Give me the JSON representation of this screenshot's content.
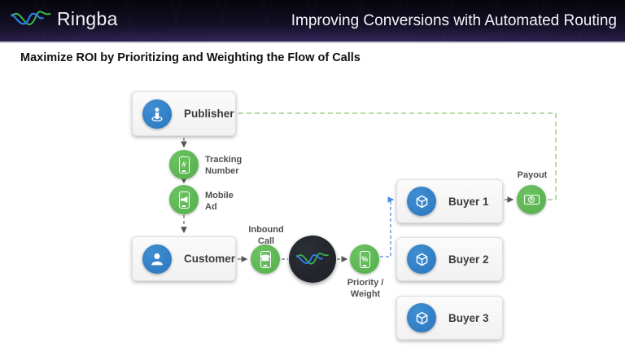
{
  "header": {
    "brand": "Ringba",
    "title": "Improving Conversions with Automated Routing"
  },
  "subtitle": "Maximize ROI by Prioritizing and Weighting the Flow of Calls",
  "nodes": {
    "publisher": {
      "label": "Publisher"
    },
    "customer": {
      "label": "Customer"
    },
    "buyers": [
      {
        "label": "Buyer 1"
      },
      {
        "label": "Buyer 2"
      },
      {
        "label": "Buyer 3"
      }
    ],
    "tracking_number": {
      "line1": "Tracking",
      "line2": "Number",
      "glyph": "#"
    },
    "mobile_ad": {
      "line1": "Mobile",
      "line2": "Ad"
    },
    "inbound_call": {
      "line1": "Inbound",
      "line2": "Call",
      "glyph": "☎"
    },
    "priority_weight": {
      "line1": "Priority /",
      "line2": "Weight",
      "glyph": "%"
    },
    "payout": {
      "label": "Payout",
      "glyph": "$"
    }
  },
  "colors": {
    "accent_green": "#5cb553",
    "accent_blue": "#2d7cc4",
    "dark_circle": "#22252b",
    "dashed_gray": "#6b6b6b",
    "dashed_blue": "#4b8fd6",
    "dashed_green": "#9ccf83",
    "header_bg": "#120e22",
    "box_bg": "#f5f5f6"
  }
}
